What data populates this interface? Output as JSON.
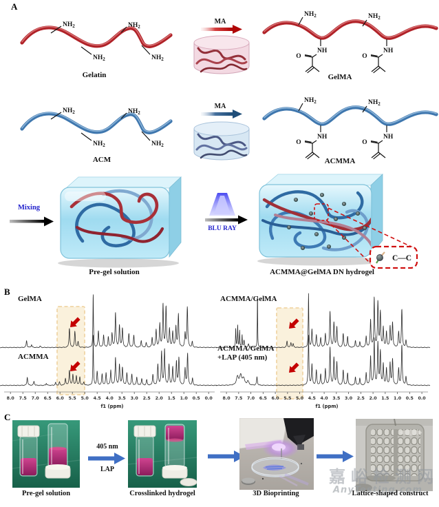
{
  "panels": {
    "a": {
      "label": "A",
      "molecules": {
        "gelatin": "Gelatin",
        "gelma": "GelMA",
        "acm": "ACM",
        "acmma": "ACMMA"
      },
      "ma_label": "MA",
      "mixing_label": "Mixing",
      "pregel_label": "Pre-gel solution",
      "bluray_label": "BLU RAY",
      "product_label": "ACMMA@GelMA DN hydrogel",
      "crosslink_label": "C—C",
      "chem": {
        "o": "O",
        "nh": "NH",
        "nh2_main": "NH",
        "nh2_sub": "2"
      }
    },
    "b": {
      "label": "B",
      "spectra_labels": {
        "s1": "GelMA",
        "s2": "ACMMA",
        "s3": "ACMMA/GelMA",
        "s4_line1": "ACMMA/GelMA",
        "s4_line2": "+LAP (405 nm)"
      },
      "axis_label": "f1 (ppm)",
      "ticks": [
        "8.0",
        "7.5",
        "7.0",
        "6.5",
        "6.0",
        "5.5",
        "5.0",
        "4.5",
        "4.0",
        "3.5",
        "3.0",
        "2.5",
        "2.0",
        "1.5",
        "1.0",
        "0.5",
        "0.0"
      ]
    },
    "c": {
      "label": "C",
      "photo_labels": [
        "Pre-gel solution",
        "Crosslinked hydrogel",
        "3D Bioprinting",
        "Lattice-shaped construct"
      ],
      "arrow1": {
        "top": "405 nm",
        "bottom": "LAP"
      }
    }
  },
  "watermark": {
    "cn": "嘉峪检测网",
    "en": "AnyTesting.com"
  },
  "colors": {
    "accent_blue": "#2323cc",
    "arrow_blue": "#4472c4",
    "highlight_dash": "#dd9f2e",
    "arrow_red": "#c40000",
    "chain_red": "#b02228",
    "chain_blue": "#3f77ae",
    "magenta": "#b5216e"
  },
  "chart_data": [
    {
      "type": "line",
      "name": "GelMA",
      "panel": "B-left-top",
      "x_label": "f1 (ppm)",
      "x_range": [
        8.2,
        -0.2
      ],
      "highlight_ppm": [
        6.12,
        5.02
      ],
      "annotation": "red arrow marks methacryloyl vinyl peaks ~5.3-5.7 ppm",
      "peaks": [
        [
          7.35,
          10
        ],
        [
          7.15,
          4
        ],
        [
          6.8,
          2
        ],
        [
          5.62,
          28
        ],
        [
          5.4,
          23
        ],
        [
          5.27,
          8
        ],
        [
          4.66,
          78,
          0.013
        ],
        [
          4.45,
          24
        ],
        [
          4.24,
          18
        ],
        [
          4.05,
          15
        ],
        [
          3.9,
          20
        ],
        [
          3.76,
          50
        ],
        [
          3.6,
          32
        ],
        [
          3.48,
          28
        ],
        [
          3.22,
          20
        ],
        [
          3.02,
          18
        ],
        [
          2.72,
          10
        ],
        [
          2.52,
          7
        ],
        [
          2.28,
          14
        ],
        [
          2.12,
          26
        ],
        [
          1.97,
          34
        ],
        [
          1.84,
          62
        ],
        [
          1.72,
          58
        ],
        [
          1.58,
          26
        ],
        [
          1.45,
          22
        ],
        [
          1.32,
          30
        ],
        [
          1.22,
          48
        ],
        [
          0.95,
          20
        ],
        [
          0.86,
          58
        ],
        [
          0.66,
          8
        ]
      ]
    },
    {
      "type": "line",
      "name": "ACMMA",
      "panel": "B-left-bottom",
      "x_label": "f1 (ppm)",
      "x_range": [
        8.2,
        -0.2
      ],
      "highlight_ppm": [
        6.12,
        5.02
      ],
      "annotation": "red arrow marks methacryloyl vinyl peaks ~5.2-5.8 ppm",
      "peaks": [
        [
          7.32,
          12
        ],
        [
          7.05,
          6
        ],
        [
          6.55,
          3
        ],
        [
          6.18,
          4
        ],
        [
          6.02,
          5
        ],
        [
          5.78,
          10
        ],
        [
          5.62,
          22
        ],
        [
          5.48,
          16
        ],
        [
          5.34,
          14
        ],
        [
          5.2,
          12
        ],
        [
          5.04,
          5
        ],
        [
          4.66,
          74,
          0.013
        ],
        [
          4.5,
          20
        ],
        [
          4.3,
          16
        ],
        [
          4.14,
          18
        ],
        [
          3.95,
          22
        ],
        [
          3.76,
          40
        ],
        [
          3.6,
          30
        ],
        [
          3.48,
          26
        ],
        [
          3.3,
          18
        ],
        [
          3.1,
          16
        ],
        [
          2.9,
          12
        ],
        [
          2.7,
          10
        ],
        [
          2.5,
          8
        ],
        [
          2.25,
          16
        ],
        [
          2.05,
          30
        ],
        [
          1.9,
          48
        ],
        [
          1.78,
          52
        ],
        [
          1.6,
          30
        ],
        [
          1.45,
          26
        ],
        [
          1.3,
          34
        ],
        [
          1.2,
          40
        ],
        [
          0.95,
          24
        ],
        [
          0.85,
          46
        ],
        [
          0.65,
          10
        ]
      ]
    },
    {
      "type": "line",
      "name": "ACMMA/GelMA",
      "panel": "B-right-top",
      "x_label": "f1 (ppm)",
      "x_range": [
        8.2,
        -0.2
      ],
      "highlight_ppm": [
        5.95,
        4.88
      ],
      "annotation": "small residual vinyl peaks inside highlight",
      "peaks": [
        [
          7.62,
          28,
          0.012
        ],
        [
          7.54,
          32,
          0.012
        ],
        [
          7.46,
          24,
          0.012
        ],
        [
          7.36,
          18,
          0.012
        ],
        [
          7.28,
          10
        ],
        [
          7.1,
          5
        ],
        [
          6.73,
          78,
          0.009
        ],
        [
          5.52,
          9
        ],
        [
          5.36,
          7
        ],
        [
          5.27,
          5
        ],
        [
          4.64,
          78,
          0.013
        ],
        [
          4.5,
          26
        ],
        [
          4.32,
          18
        ],
        [
          4.14,
          14
        ],
        [
          3.95,
          20
        ],
        [
          3.76,
          52
        ],
        [
          3.6,
          36
        ],
        [
          3.48,
          30
        ],
        [
          3.22,
          20
        ],
        [
          3.04,
          16
        ],
        [
          2.72,
          10
        ],
        [
          2.54,
          8
        ],
        [
          2.28,
          16
        ],
        [
          2.1,
          40
        ],
        [
          1.95,
          72,
          0.018
        ],
        [
          1.8,
          66
        ],
        [
          1.7,
          50
        ],
        [
          1.58,
          28
        ],
        [
          1.45,
          22
        ],
        [
          1.3,
          30
        ],
        [
          1.2,
          36
        ],
        [
          0.95,
          22
        ],
        [
          0.82,
          55
        ],
        [
          0.65,
          10
        ]
      ]
    },
    {
      "type": "line",
      "name": "ACMMA/GelMA +LAP (405 nm)",
      "panel": "B-right-bottom",
      "x_label": "f1 (ppm)",
      "x_range": [
        8.2,
        -0.2
      ],
      "highlight_ppm": [
        5.95,
        4.88
      ],
      "annotation": "vinyl peaks absent after 405 nm crosslinking",
      "peaks": [
        [
          7.55,
          12,
          0.05
        ],
        [
          7.42,
          14,
          0.05
        ],
        [
          7.3,
          10,
          0.05
        ],
        [
          7.12,
          6,
          0.04
        ],
        [
          6.75,
          12,
          0.02
        ],
        [
          4.64,
          72,
          0.018
        ],
        [
          4.5,
          30
        ],
        [
          4.32,
          22
        ],
        [
          4.14,
          16
        ],
        [
          3.95,
          24
        ],
        [
          3.76,
          55
        ],
        [
          3.6,
          40
        ],
        [
          3.48,
          34
        ],
        [
          3.22,
          22
        ],
        [
          3.04,
          18
        ],
        [
          2.72,
          12
        ],
        [
          2.54,
          10
        ],
        [
          2.28,
          18
        ],
        [
          2.1,
          42
        ],
        [
          1.95,
          68,
          0.018
        ],
        [
          1.8,
          62
        ],
        [
          1.7,
          48
        ],
        [
          1.58,
          30
        ],
        [
          1.45,
          24
        ],
        [
          1.3,
          32
        ],
        [
          1.2,
          38
        ],
        [
          0.95,
          24
        ],
        [
          0.82,
          58
        ],
        [
          0.65,
          12
        ]
      ]
    }
  ]
}
